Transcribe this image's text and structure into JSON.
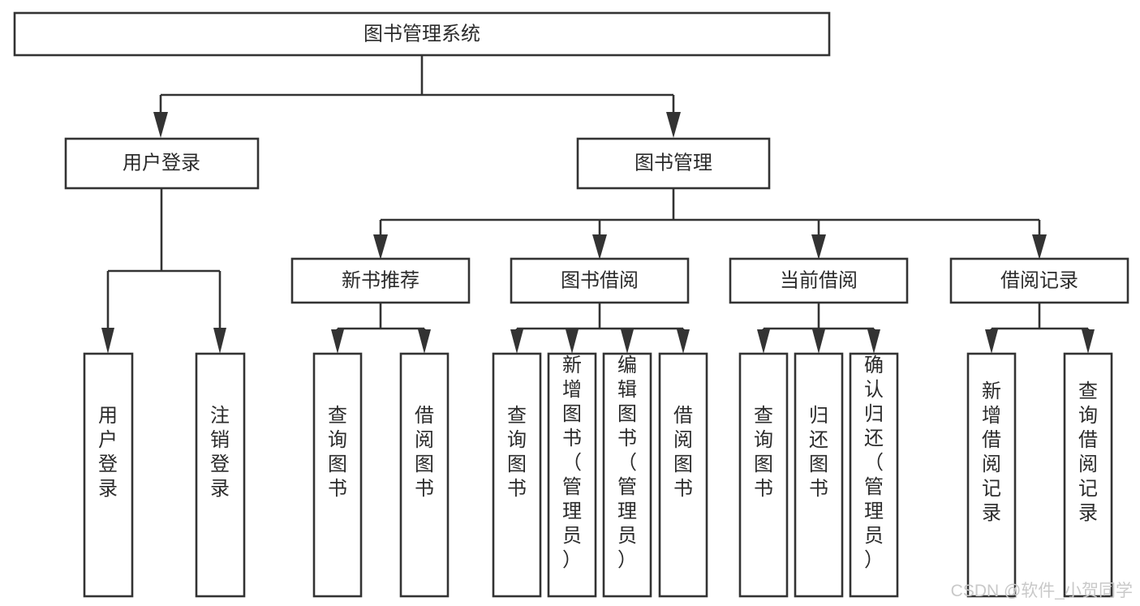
{
  "diagram": {
    "title": "图书管理系统",
    "type": "hierarchy-tree",
    "orientation": "top-down",
    "levels": 4,
    "root": {
      "id": "root",
      "label": "图书管理系统",
      "orient": "horizontal"
    },
    "level1": [
      {
        "id": "user-login",
        "label": "用户登录",
        "orient": "horizontal"
      },
      {
        "id": "book-manage",
        "label": "图书管理",
        "orient": "horizontal"
      }
    ],
    "level2": [
      {
        "id": "new-book-recommend",
        "label": "新书推荐",
        "orient": "horizontal",
        "parent": "book-manage"
      },
      {
        "id": "book-borrow",
        "label": "图书借阅",
        "orient": "horizontal",
        "parent": "book-manage"
      },
      {
        "id": "current-borrow",
        "label": "当前借阅",
        "orient": "horizontal",
        "parent": "book-manage"
      },
      {
        "id": "borrow-record",
        "label": "借阅记录",
        "orient": "horizontal",
        "parent": "book-manage"
      }
    ],
    "leaves": {
      "user-login": [
        {
          "id": "leaf-user-login",
          "label": "用户登录",
          "orient": "vertical"
        },
        {
          "id": "leaf-user-logout",
          "label": "注销登录",
          "orient": "vertical"
        }
      ],
      "new-book-recommend": [
        {
          "id": "leaf-query-book-1",
          "label": "查询图书",
          "orient": "vertical"
        },
        {
          "id": "leaf-borrow-book-1",
          "label": "借阅图书",
          "orient": "vertical"
        }
      ],
      "book-borrow": [
        {
          "id": "leaf-query-book-2",
          "label": "查询图书",
          "orient": "vertical"
        },
        {
          "id": "leaf-add-book",
          "label": "新增图书（管理员）",
          "orient": "vertical"
        },
        {
          "id": "leaf-edit-book",
          "label": "编辑图书（管理员）",
          "orient": "vertical"
        },
        {
          "id": "leaf-borrow-book-2",
          "label": "借阅图书",
          "orient": "vertical"
        }
      ],
      "current-borrow": [
        {
          "id": "leaf-query-book-3",
          "label": "查询图书",
          "orient": "vertical"
        },
        {
          "id": "leaf-return-book",
          "label": "归还图书",
          "orient": "vertical"
        },
        {
          "id": "leaf-confirm-return",
          "label": "确认归还（管理员）",
          "orient": "vertical"
        }
      ],
      "borrow-record": [
        {
          "id": "leaf-add-record",
          "label": "新增借阅记录",
          "orient": "vertical"
        },
        {
          "id": "leaf-query-record",
          "label": "查询借阅记录",
          "orient": "vertical"
        }
      ]
    },
    "colors": {
      "box_stroke": "#333333",
      "box_fill": "#ffffff",
      "text": "#2b2b2b",
      "connector": "#333333",
      "watermark": "#c9c9c9",
      "background": "#ffffff"
    }
  },
  "watermark": {
    "text": "CSDN @软件_小贺同学"
  }
}
